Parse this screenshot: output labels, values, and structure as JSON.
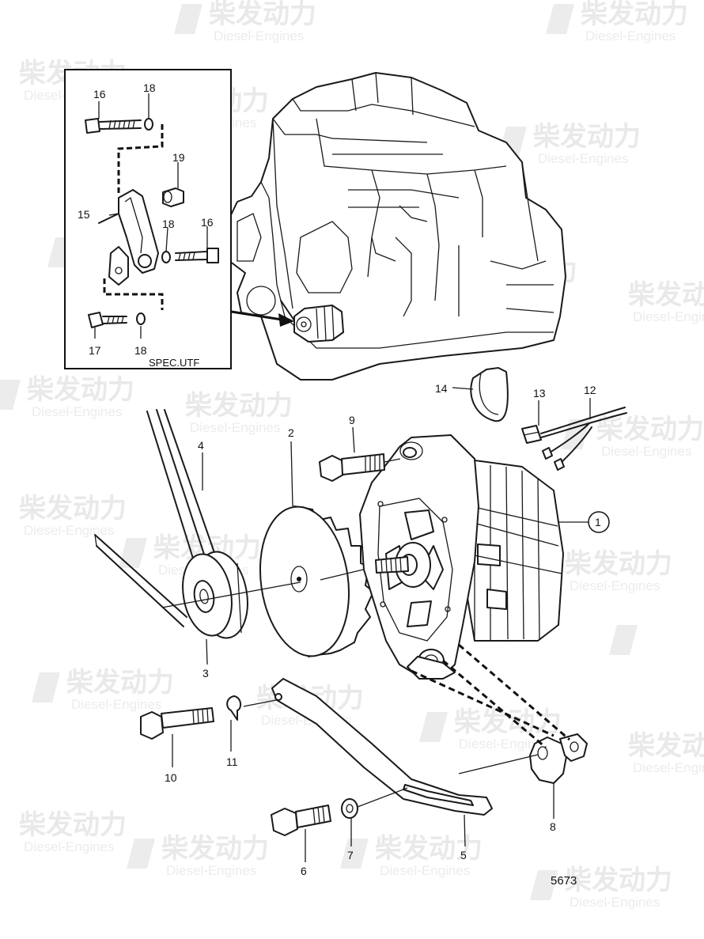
{
  "watermark": {
    "brand_cn": "柴发动力",
    "brand_en": "Diesel-Engines"
  },
  "inset": {
    "caption": "SPEC.UTF",
    "labels": [
      "16",
      "18",
      "19",
      "15",
      "18",
      "16",
      "17",
      "18"
    ]
  },
  "parts": {
    "p1": "1",
    "p2": "2",
    "p3": "3",
    "p4": "4",
    "p5": "5",
    "p6": "6",
    "p7": "7",
    "p8": "8",
    "p9": "9",
    "p10": "10",
    "p11": "11",
    "p12": "12",
    "p13": "13",
    "p14": "14"
  },
  "drawing_number": "5673"
}
